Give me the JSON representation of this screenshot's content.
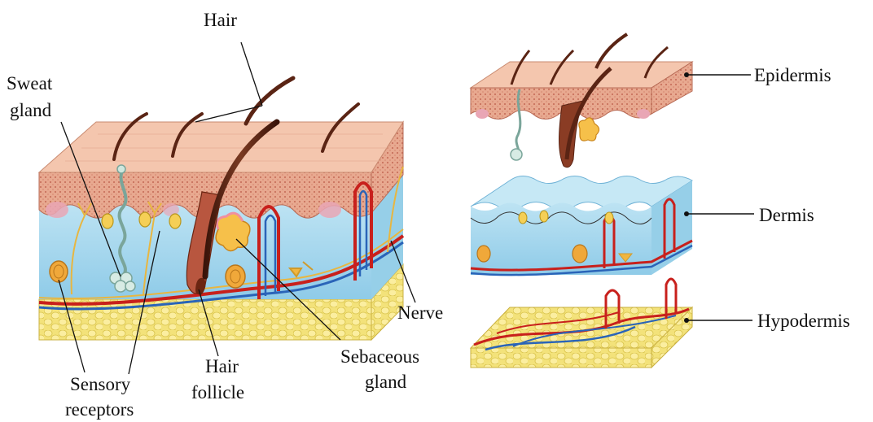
{
  "colors": {
    "epidermis_top": "#f2c2a8",
    "epidermis_layer": "#e9a992",
    "dermis": "#a9d8ee",
    "hypodermis": "#f1df72",
    "hair": "#5a2414",
    "artery": "#c8201c",
    "vein": "#2a64b8",
    "nerve": "#e8b640"
  },
  "icons": [
    "skin-cross-section",
    "skin-layers-exploded"
  ],
  "labels": {
    "hair": "Hair",
    "sweat_gland_1": "Sweat",
    "sweat_gland_2": "gland",
    "nerve": "Nerve",
    "sebaceous_1": "Sebaceous",
    "sebaceous_2": "gland",
    "hair_follicle_1": "Hair",
    "hair_follicle_2": "follicle",
    "sensory_1": "Sensory",
    "sensory_2": "receptors",
    "epidermis": "Epidermis",
    "dermis": "Dermis",
    "hypodermis": "Hypodermis"
  }
}
